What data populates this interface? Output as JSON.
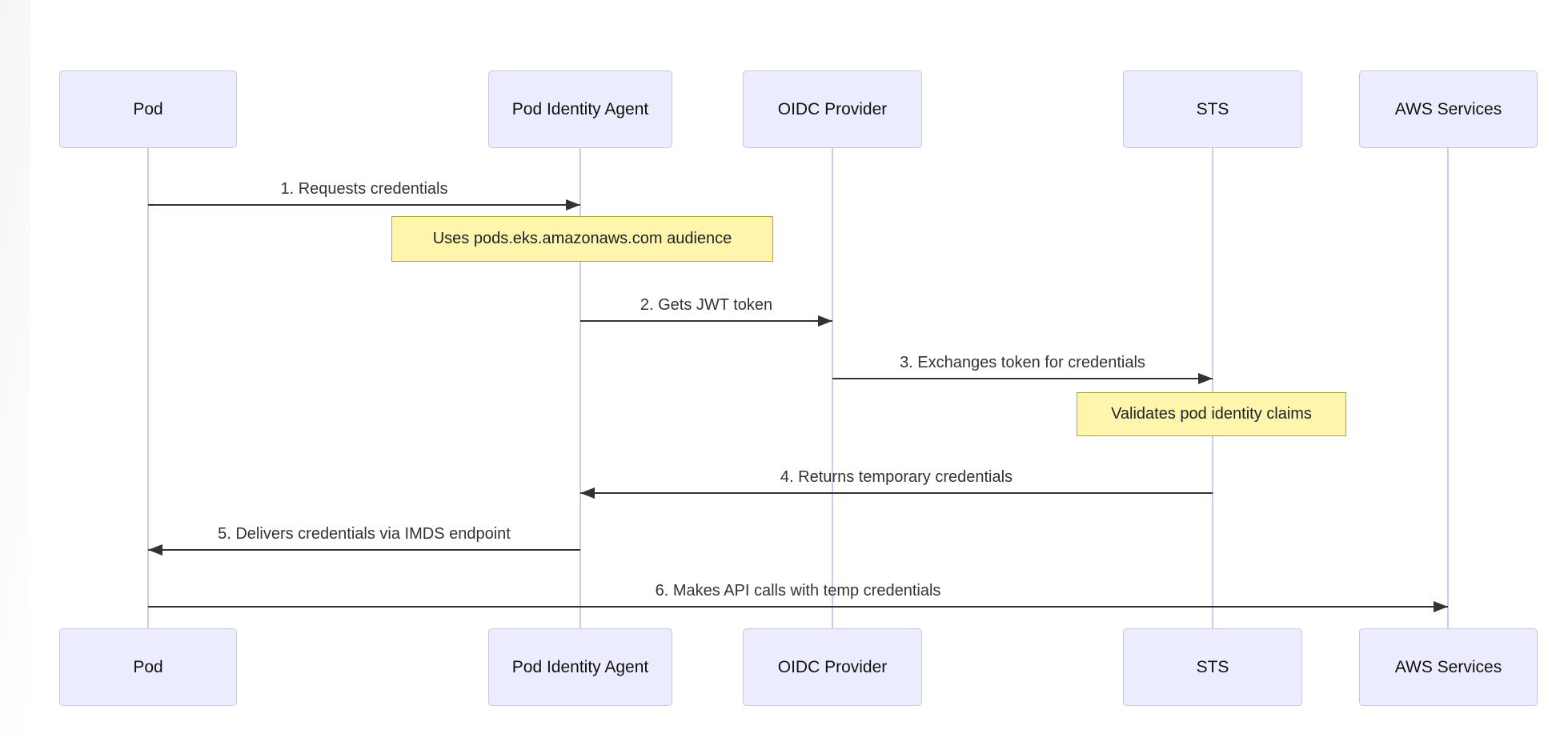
{
  "diagram": {
    "type": "sequence-diagram",
    "topic": "EKS Pod Identity credential flow",
    "colors": {
      "actor_fill": "#ececff",
      "actor_border": "#c9c4ea",
      "lifeline": "#cfc9ec",
      "arrow": "#333333",
      "note_fill": "#fff5ad",
      "note_border": "#aaaa33",
      "text": "#333333"
    },
    "actors": [
      {
        "name": "Pod"
      },
      {
        "name": "Pod Identity Agent"
      },
      {
        "name": "OIDC Provider"
      },
      {
        "name": "STS"
      },
      {
        "name": "AWS Services"
      }
    ],
    "messages": [
      {
        "label": "1. Requests credentials",
        "from": "Pod",
        "to": "Pod Identity Agent",
        "direction": "right"
      },
      {
        "label": "2. Gets JWT token",
        "from": "Pod Identity Agent",
        "to": "OIDC Provider",
        "direction": "right"
      },
      {
        "label": "3. Exchanges token for credentials",
        "from": "OIDC Provider",
        "to": "STS",
        "direction": "right"
      },
      {
        "label": "4. Returns temporary credentials",
        "from": "STS",
        "to": "Pod Identity Agent",
        "direction": "left"
      },
      {
        "label": "5. Delivers credentials via IMDS endpoint",
        "from": "Pod Identity Agent",
        "to": "Pod",
        "direction": "left"
      },
      {
        "label": "6. Makes API calls with temp credentials",
        "from": "Pod",
        "to": "AWS Services",
        "direction": "right"
      }
    ],
    "notes": [
      {
        "label": "Uses pods.eks.amazonaws.com audience",
        "over": "Pod Identity Agent"
      },
      {
        "label": "Validates pod identity claims",
        "over": "STS"
      }
    ]
  }
}
